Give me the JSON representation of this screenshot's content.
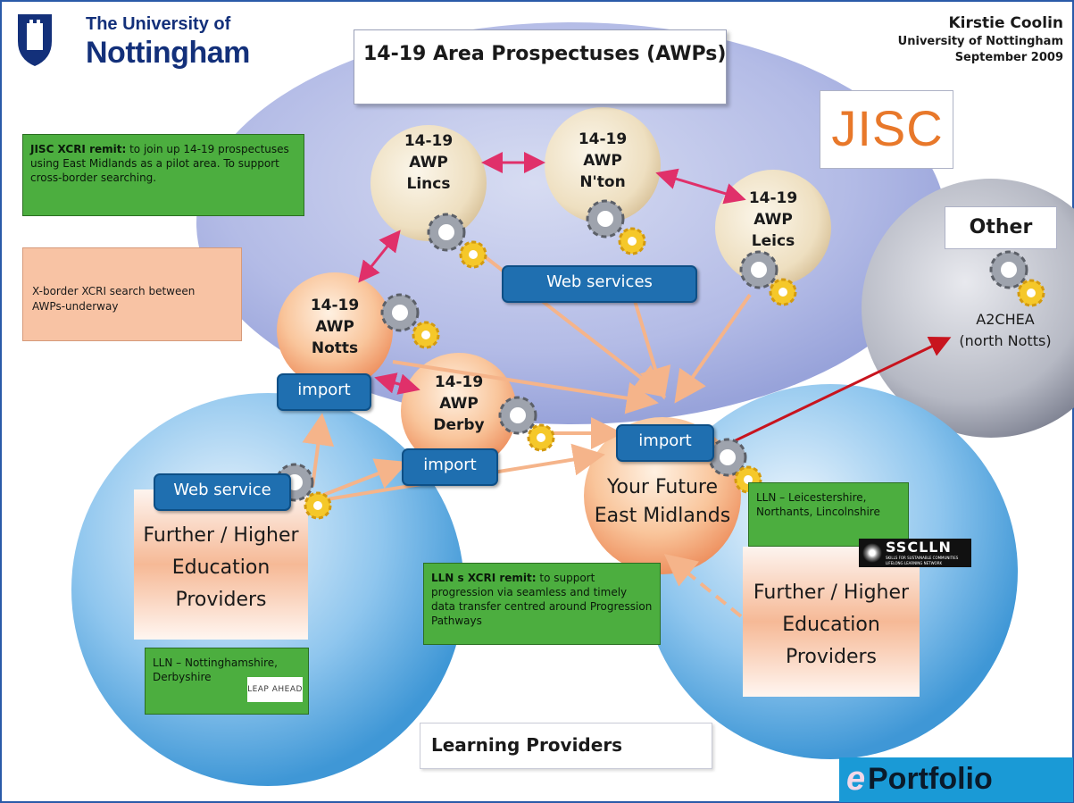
{
  "logo": {
    "line1": "The University of",
    "line2": "Nottingham"
  },
  "author": {
    "name": "Kirstie Coolin",
    "org": "University of Nottingham",
    "date": "September 2009"
  },
  "title": "14-19 Area Prospectuses (AWPs)",
  "jisc": "JISC",
  "remit_box": {
    "bold": "JISC XCRI remit:",
    "text": " to join up 14-19 prospectuses using East Midlands as a pilot area. To support cross-border searching."
  },
  "legend_box": {
    "text": "X-border XCRI search between AWPs-underway"
  },
  "awps": {
    "lincs": [
      "14-19",
      "AWP",
      "Lincs"
    ],
    "nton": [
      "14-19",
      "AWP",
      "N'ton"
    ],
    "leics": [
      "14-19",
      "AWP",
      "Leics"
    ],
    "notts": [
      "14-19",
      "AWP",
      "Notts"
    ],
    "derby": [
      "14-19",
      "AWP",
      "Derby"
    ]
  },
  "web_services_label": "Web services",
  "web_service_label": "Web service",
  "import_label": "import",
  "other": {
    "label": "Other",
    "a2chea": [
      "A2CHEA",
      "(north Notts)"
    ]
  },
  "your_future": [
    "Your Future",
    "East Midlands"
  ],
  "providers": [
    "Further / Higher",
    "Education",
    "Providers"
  ],
  "lln_notts": "LLN – Nottinghamshire, Derbyshire",
  "leap_ahead": "LEAP AHEAD",
  "lln_leics": "LLN – Leicestershire, Northants, Lincolnshire",
  "ssclln": {
    "name": "SSCLLN",
    "tagline1": "SKILLS FOR SUSTAINABLE COMMUNITIES",
    "tagline2": "LIFELONG LEARNING NETWORK"
  },
  "lln_remit": {
    "bold": "LLN s XCRI remit:",
    "text": " to support progression via seamless and timely data transfer centred around Progression Pathways"
  },
  "learning_providers": "Learning Providers",
  "eportfolio": {
    "e": "e",
    "rest": "Portfolio"
  },
  "colors": {
    "arrow_pink": "#e0306a",
    "arrow_peach": "#f5b48a",
    "arrow_red": "#c8141e",
    "pill_blue": "#1f6fb0",
    "green_box": "#4cae3f",
    "jisc_orange": "#e8782a"
  }
}
